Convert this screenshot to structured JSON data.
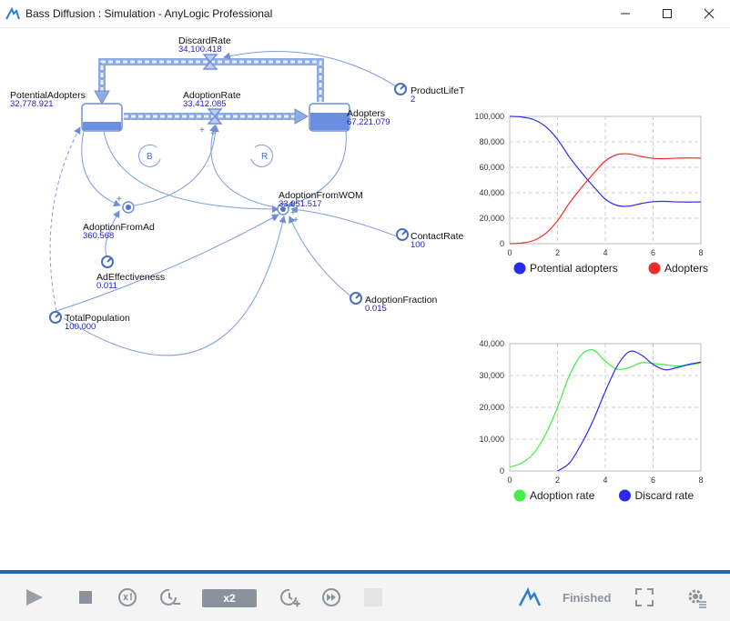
{
  "window": {
    "title": "Bass Diffusion : Simulation - AnyLogic Professional",
    "accent_color": "#2a64a6"
  },
  "model": {
    "stocks": {
      "potential_adopters": {
        "name": "PotentialAdopters",
        "value": "32,778.921"
      },
      "adopters": {
        "name": "Adopters",
        "value": "67,221.079"
      }
    },
    "flows": {
      "adoption_rate": {
        "name": "AdoptionRate",
        "value": "33,412.085"
      },
      "discard_rate": {
        "name": "DiscardRate",
        "value": "34,100.418"
      }
    },
    "auxiliaries": {
      "adoption_from_ad": {
        "name": "AdoptionFromAd",
        "value": "360.568"
      },
      "adoption_from_wom": {
        "name": "AdoptionFromWOM",
        "value": "33,051.517"
      }
    },
    "parameters": {
      "product_life_time": {
        "name": "ProductLifeTime",
        "value": "2"
      },
      "contact_rate": {
        "name": "ContactRate",
        "value": "100"
      },
      "ad_effectiveness": {
        "name": "AdEffectiveness",
        "value": "0.011"
      },
      "adoption_fraction": {
        "name": "AdoptionFraction",
        "value": "0.015"
      },
      "total_population": {
        "name": "TotalPopulation",
        "value": "100,000"
      }
    },
    "loops": {
      "balancing": "B",
      "reinforcing": "R"
    },
    "polarity": "+"
  },
  "chart_data": [
    {
      "type": "line",
      "x": [
        0,
        0.5,
        1,
        1.5,
        2,
        2.5,
        3,
        3.5,
        4,
        4.5,
        5,
        5.5,
        6,
        6.5,
        7,
        7.5,
        8
      ],
      "series": [
        {
          "name": "Potential adopters",
          "color": "#2a2aee",
          "values": [
            100000,
            99500,
            97500,
            92000,
            82000,
            68000,
            56000,
            45000,
            35000,
            30000,
            29500,
            31500,
            33000,
            33200,
            32800,
            32700,
            32800
          ]
        },
        {
          "name": "Adopters",
          "color": "#ee2a2a",
          "values": [
            0,
            500,
            2500,
            8000,
            18000,
            32000,
            44000,
            55000,
            65000,
            70000,
            70500,
            68500,
            67000,
            66800,
            67200,
            67300,
            67200
          ]
        }
      ],
      "xlim": [
        0,
        8
      ],
      "ylim": [
        0,
        100000
      ],
      "xticks": [
        "0",
        "2",
        "4",
        "6",
        "8"
      ],
      "yticks": [
        "0",
        "20,000",
        "40,000",
        "60,000",
        "80,000",
        "100,000"
      ],
      "grid": true,
      "legend": "bottom"
    },
    {
      "type": "line",
      "x": [
        0,
        0.5,
        1,
        1.5,
        2,
        2.5,
        3,
        3.5,
        4,
        4.5,
        5,
        5.5,
        6,
        6.5,
        7,
        7.5,
        8
      ],
      "series": [
        {
          "name": "Adoption rate",
          "color": "#44ee44",
          "values": [
            1200,
            2500,
            5500,
            11500,
            20000,
            30000,
            36500,
            38000,
            34500,
            32000,
            32500,
            34000,
            33800,
            33400,
            33000,
            33300,
            34000
          ]
        },
        {
          "name": "Discard rate",
          "color": "#2a2aee",
          "values": [
            null,
            null,
            null,
            null,
            0,
            2500,
            8500,
            16000,
            25000,
            33000,
            37500,
            36500,
            33500,
            31800,
            32500,
            33500,
            34200
          ]
        }
      ],
      "xlim": [
        0,
        8
      ],
      "ylim": [
        0,
        40000
      ],
      "xticks": [
        "0",
        "2",
        "4",
        "6",
        "8"
      ],
      "yticks": [
        "0",
        "10,000",
        "20,000",
        "30,000",
        "40,000"
      ],
      "grid": true,
      "legend": "bottom"
    }
  ],
  "toolbar": {
    "speed_multiplier": "x2",
    "status": "Finished",
    "icons": [
      "play-icon",
      "stop-icon",
      "realtime-scale-icon",
      "slow-down-icon",
      "speed-up-icon",
      "run-until-icon",
      "pause-icon",
      "anylogic-logo-icon",
      "fullscreen-icon",
      "settings-icon"
    ]
  }
}
